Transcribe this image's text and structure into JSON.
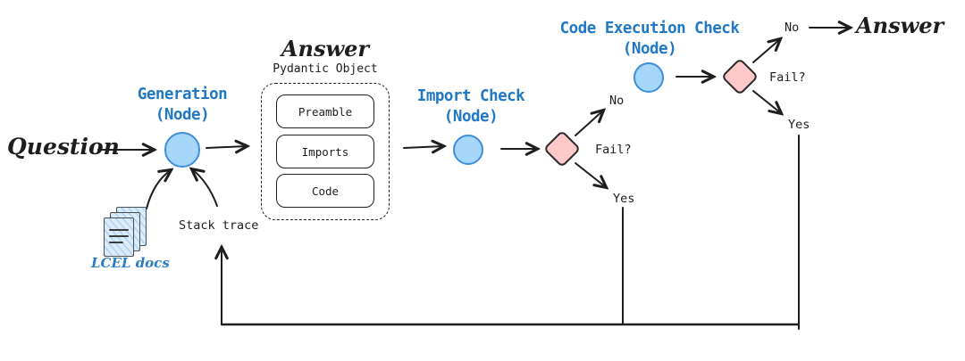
{
  "nodes": {
    "question": {
      "label": "Question"
    },
    "generation": {
      "line1": "Generation",
      "line2": "(Node)"
    },
    "answer_object": {
      "title": "Answer",
      "subtitle": "Pydantic Object",
      "fields": [
        "Preamble",
        "Imports",
        "Code"
      ]
    },
    "import_check": {
      "line1": "Import Check",
      "line2": "(Node)"
    },
    "code_execution_check": {
      "line1": "Code Execution Check",
      "line2": "(Node)"
    },
    "final_answer": {
      "label": "Answer"
    }
  },
  "decisions": {
    "import_fail": {
      "question": "Fail?",
      "no_label": "No",
      "yes_label": "Yes"
    },
    "execution_fail": {
      "question": "Fail?",
      "no_label": "No",
      "yes_label": "Yes"
    }
  },
  "annotations": {
    "stack_trace": "Stack trace",
    "lcel_docs": "LCEL docs"
  },
  "colors": {
    "node_title_blue": "#2178c4",
    "circle_fill": "#a6d6f9",
    "circle_stroke": "#3e8fd8",
    "diamond_fill": "#ffc9c9",
    "diamond_stroke": "#2b2b2b",
    "line": "#1e1e1e",
    "docs_fill": "#d9ecfb"
  }
}
